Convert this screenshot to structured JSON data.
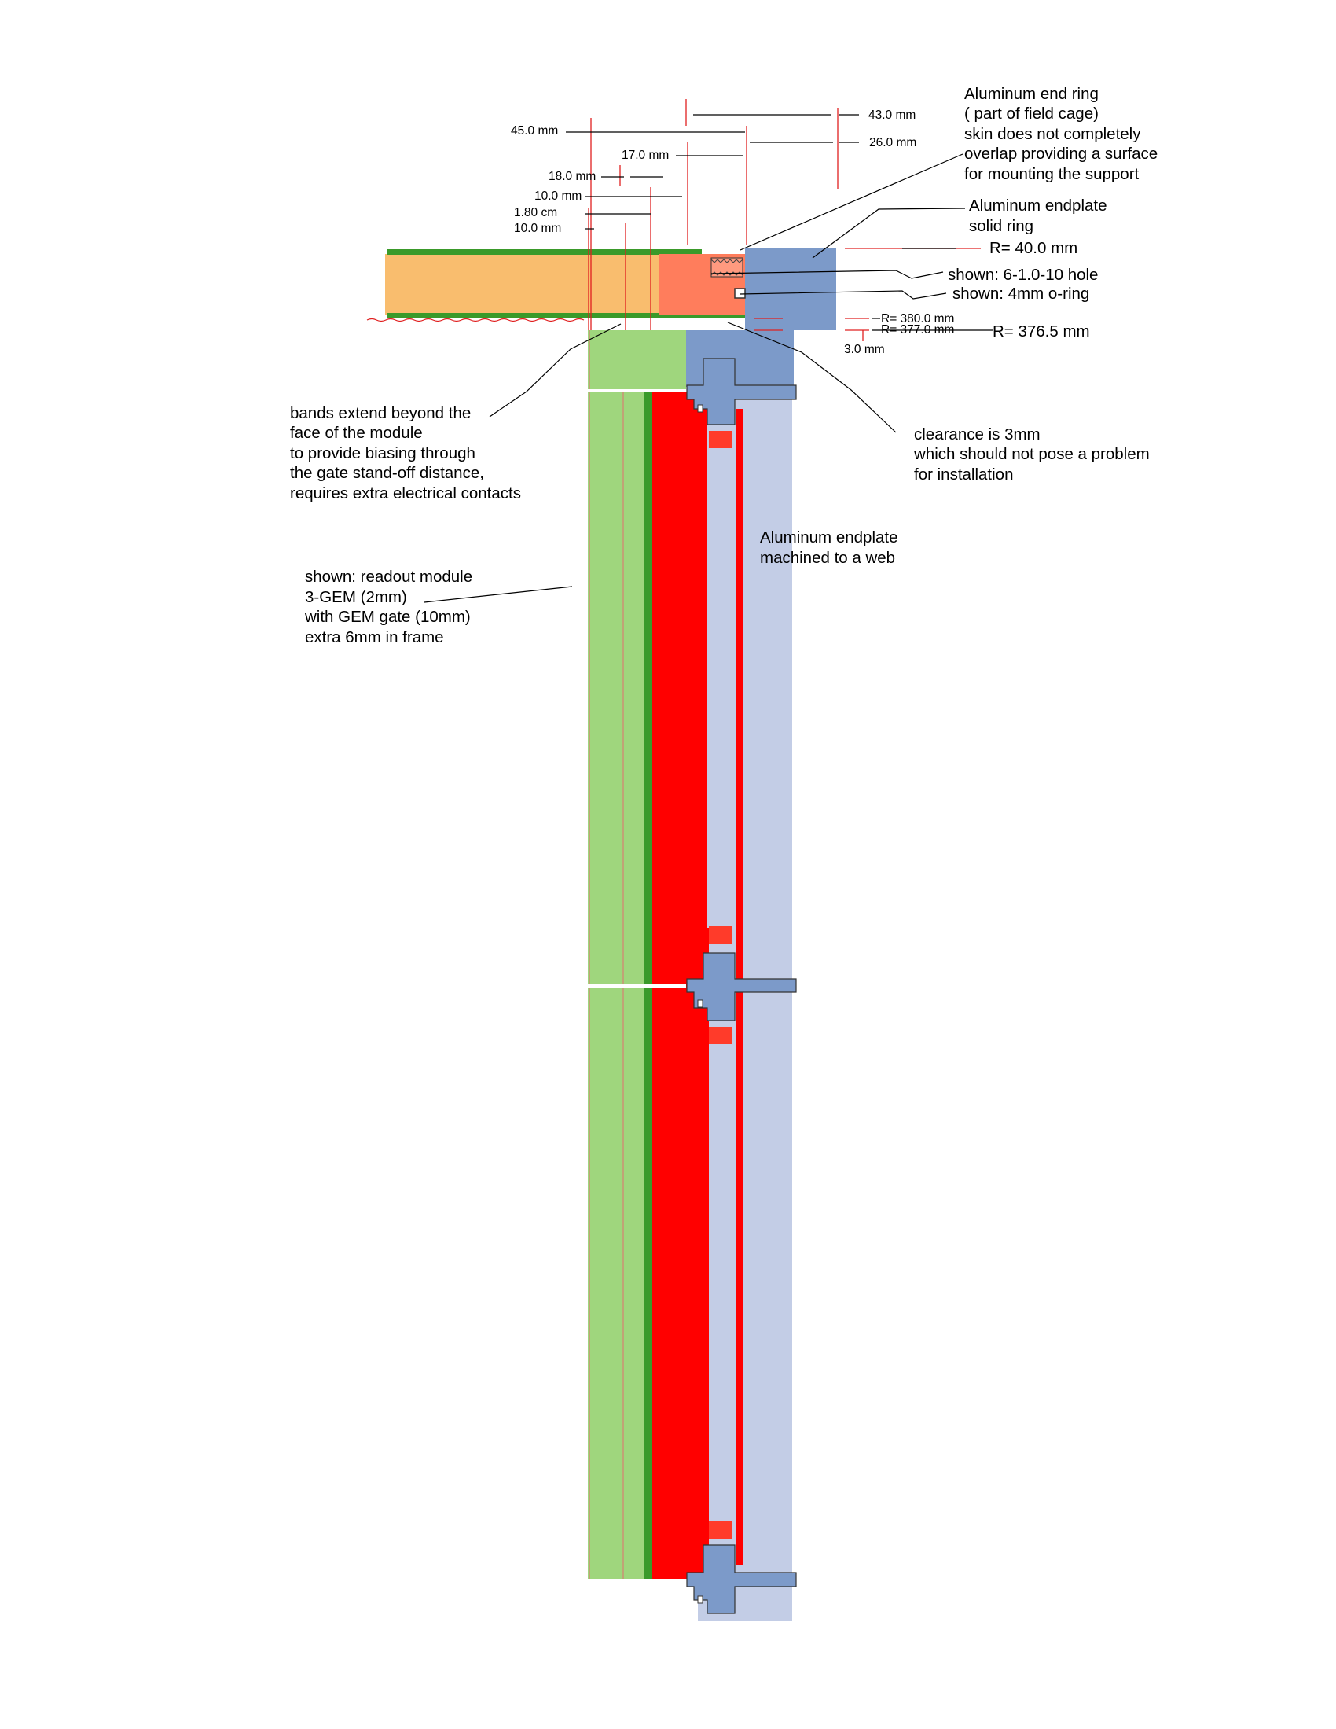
{
  "colors": {
    "fieldcage_fill": "#f9bd6e",
    "fieldcage_skin": "#3a9a2a",
    "end_ring": "#ff7d5c",
    "endplate_solid": "#7c9ac9",
    "endplate_web": "#c3cde6",
    "module_frame": "#9fd67d",
    "module_stripe": "#3a9a2a",
    "gem_module": "#ff0000",
    "spacer_block": "#ff3b2a",
    "dimension_line": "#e02020",
    "leader_line": "#000000"
  },
  "dimensions": {
    "d45": "45.0 mm",
    "d43": "43.0 mm",
    "d26": "26.0 mm",
    "d17": "17.0 mm",
    "d18": "18.0 mm",
    "d10a": "10.0 mm",
    "d180cm": "1.80 cm",
    "d10b": "10.0 mm",
    "r380": "R= 380.0 mm",
    "r377": "R= 377.0 mm",
    "gap3": "3.0 mm"
  },
  "annotations": {
    "end_ring": [
      "Aluminum end ring",
      "( part of field cage)",
      "skin does not completely",
      "overlap providing a surface",
      "for mounting the support"
    ],
    "endplate_solid": [
      "Aluminum endplate",
      "solid ring"
    ],
    "r40": "R= 40.0 mm",
    "hole": "shown: 6-1.0-10 hole",
    "oring": "shown: 4mm o-ring",
    "r376": "R= 376.5 mm",
    "bands": [
      "bands extend beyond the",
      "face of the module",
      "to provide biasing  through",
      "the gate stand-off distance,",
      "requires extra electrical contacts"
    ],
    "clearance": [
      "clearance is 3mm",
      "which should not pose a problem",
      "for installation"
    ],
    "endplate_web": [
      "Aluminum endplate",
      "machined to a web"
    ],
    "readout": [
      "shown: readout module",
      "3-GEM (2mm)",
      "with GEM gate (10mm)",
      "extra 6mm in frame"
    ]
  }
}
